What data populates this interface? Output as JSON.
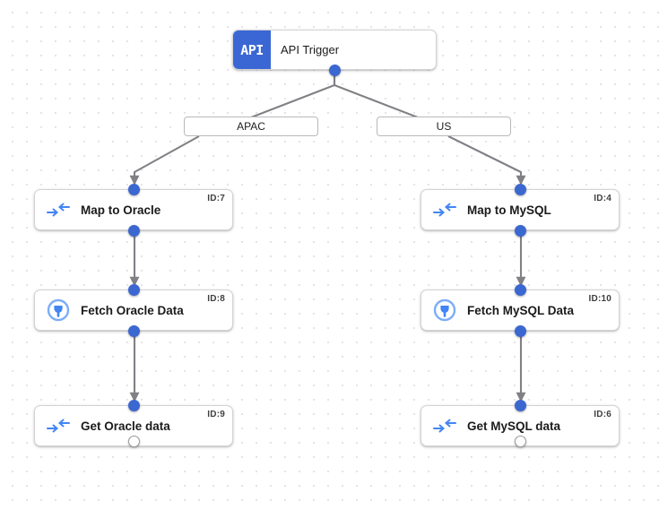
{
  "canvas": {
    "background_color": "#ffffff",
    "grid_dot_color": "#e2e2e4",
    "accent_color": "#3b67d1",
    "edge_color": "#808085"
  },
  "trigger": {
    "icon_text": "API",
    "icon_name": "api-icon",
    "label": "API Trigger"
  },
  "branches": [
    {
      "label": "APAC"
    },
    {
      "label": "US"
    }
  ],
  "nodes": [
    {
      "label": "Map to Oracle",
      "id_text": "ID:7",
      "icon": "map-transform-icon"
    },
    {
      "label": "Fetch Oracle Data",
      "id_text": "ID:8",
      "icon": "connector-plug-icon"
    },
    {
      "label": "Get Oracle data",
      "id_text": "ID:9",
      "icon": "map-transform-icon"
    },
    {
      "label": "Map to MySQL",
      "id_text": "ID:4",
      "icon": "map-transform-icon"
    },
    {
      "label": "Fetch MySQL Data",
      "id_text": "ID:10",
      "icon": "connector-plug-icon"
    },
    {
      "label": "Get MySQL data",
      "id_text": "ID:6",
      "icon": "map-transform-icon"
    }
  ]
}
